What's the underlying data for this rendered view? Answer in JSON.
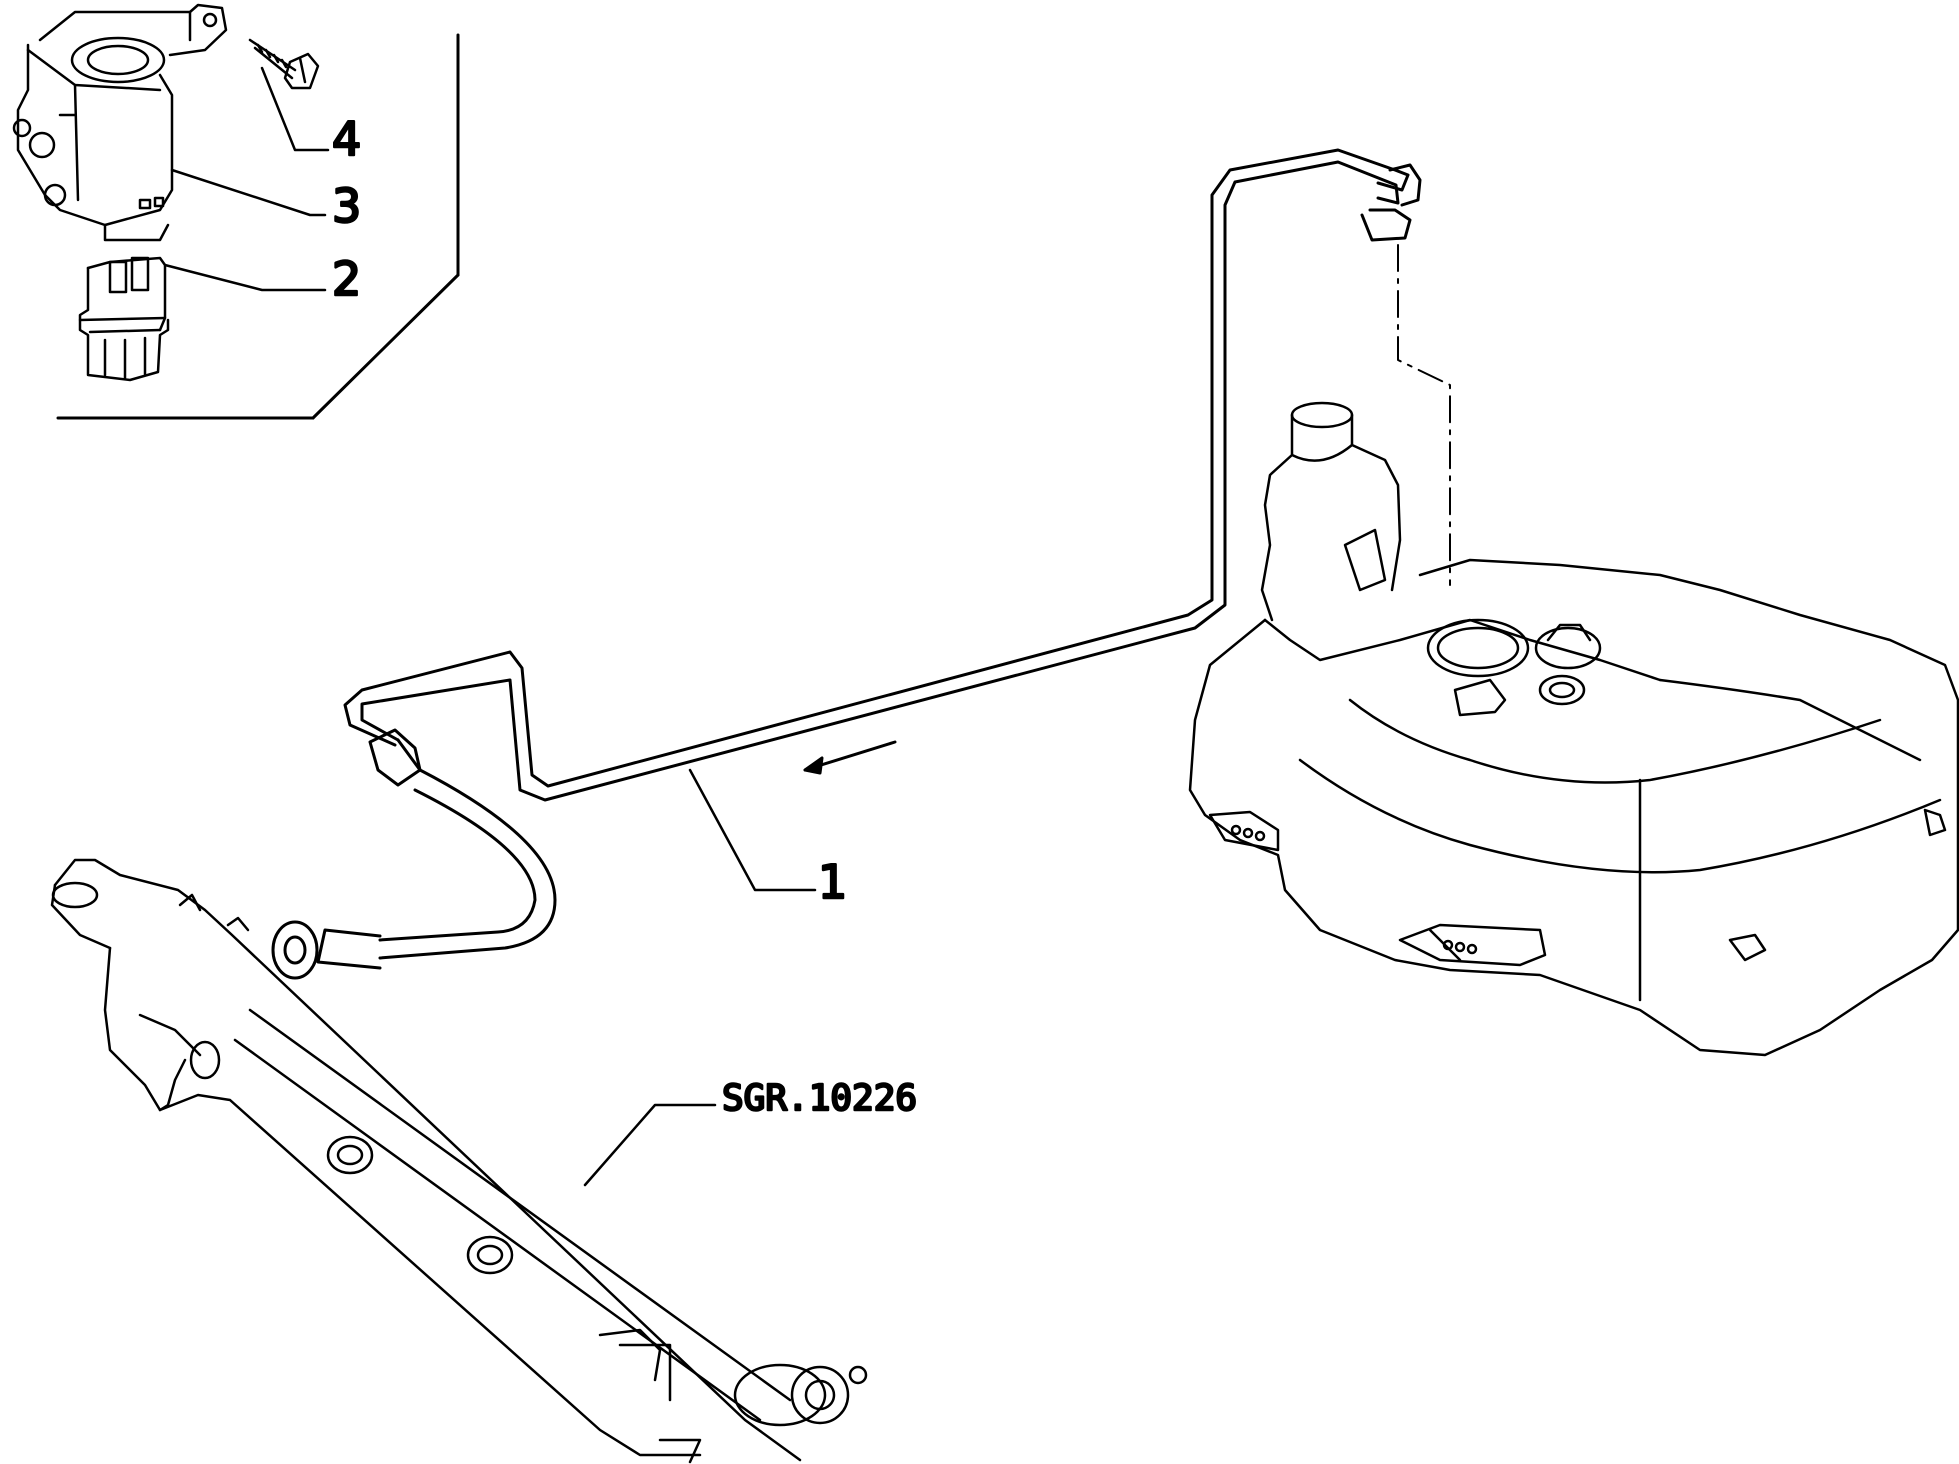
{
  "callouts": {
    "part_1": "1",
    "part_2": "2",
    "part_3": "3",
    "part_4": "4"
  },
  "reference_code": "SGR.10226",
  "line_color": "#000000",
  "background_color": "#ffffff"
}
